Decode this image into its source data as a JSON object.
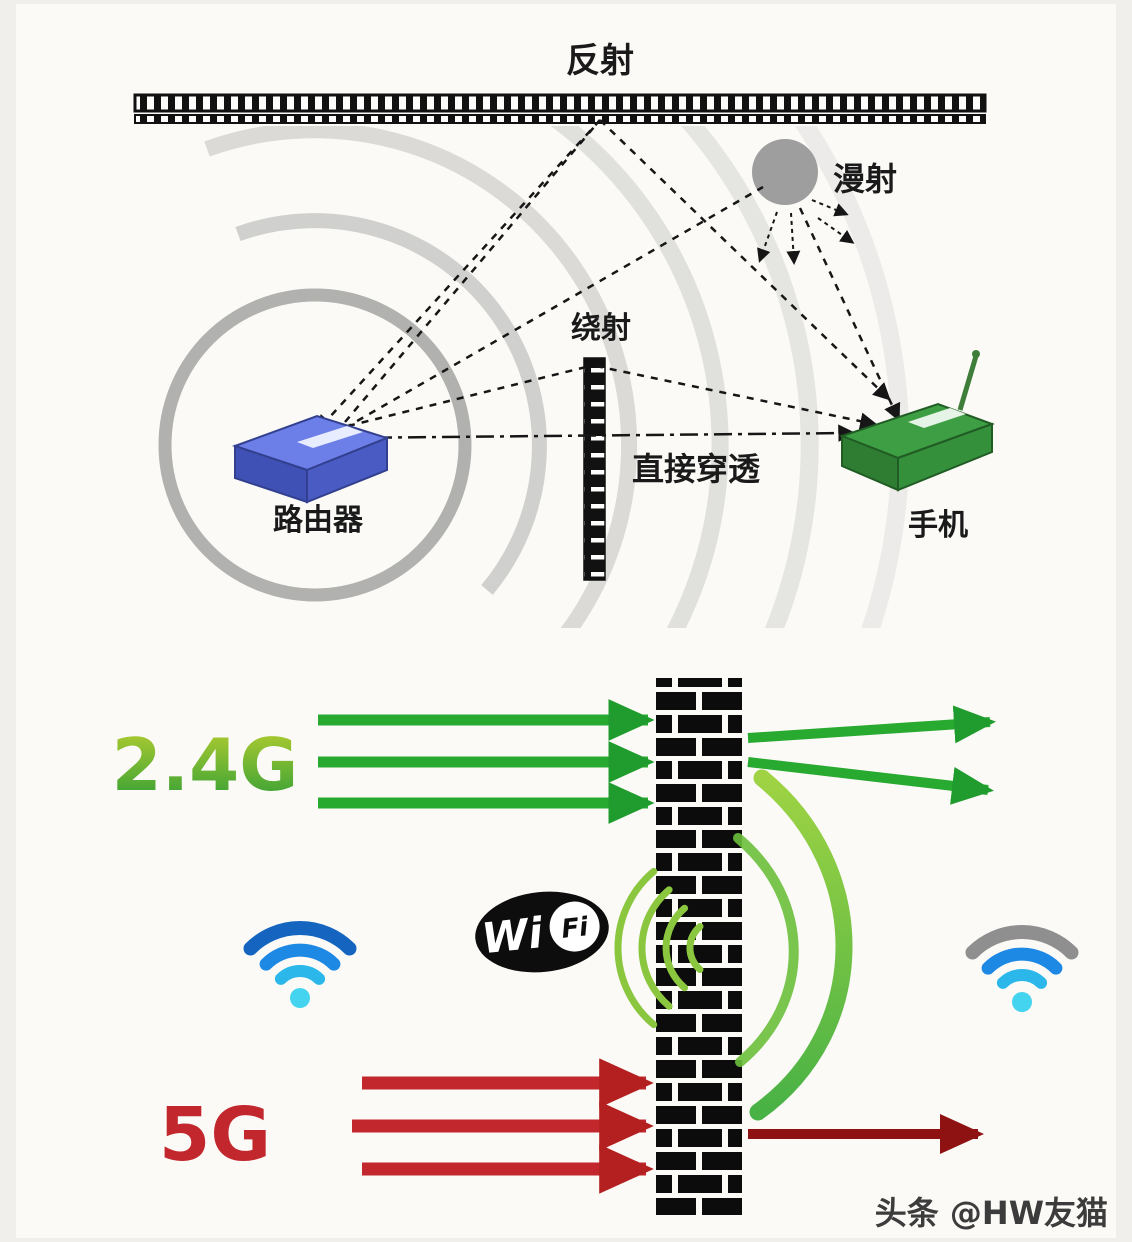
{
  "diagram": {
    "top": {
      "reflection_label": "反射",
      "diffuse_label": "漫射",
      "diffraction_label": "绕射",
      "direct_penetration_label": "直接穿透",
      "router_label": "路由器",
      "phone_label": "手机"
    },
    "bottom": {
      "band_24g_label": "2.4G",
      "band_5g_label": "5G",
      "wifi_logo": {
        "wi": "Wi",
        "fi": "Fi"
      }
    },
    "watermark": "头条 @HW友猫",
    "colors": {
      "green_24g": "#2fa936",
      "green_arc": "#82c63e",
      "red_5g": "#c1272d",
      "dark_red_through": "#8e1212",
      "wall_black": "#0c0c0c",
      "wifi_blue": "#1565c0",
      "wifi_cyan": "#45d4ef",
      "router_blue": "#3f51b5",
      "phone_green": "#2e7d32",
      "signal_arc_gray": "#c6c6c4"
    }
  }
}
